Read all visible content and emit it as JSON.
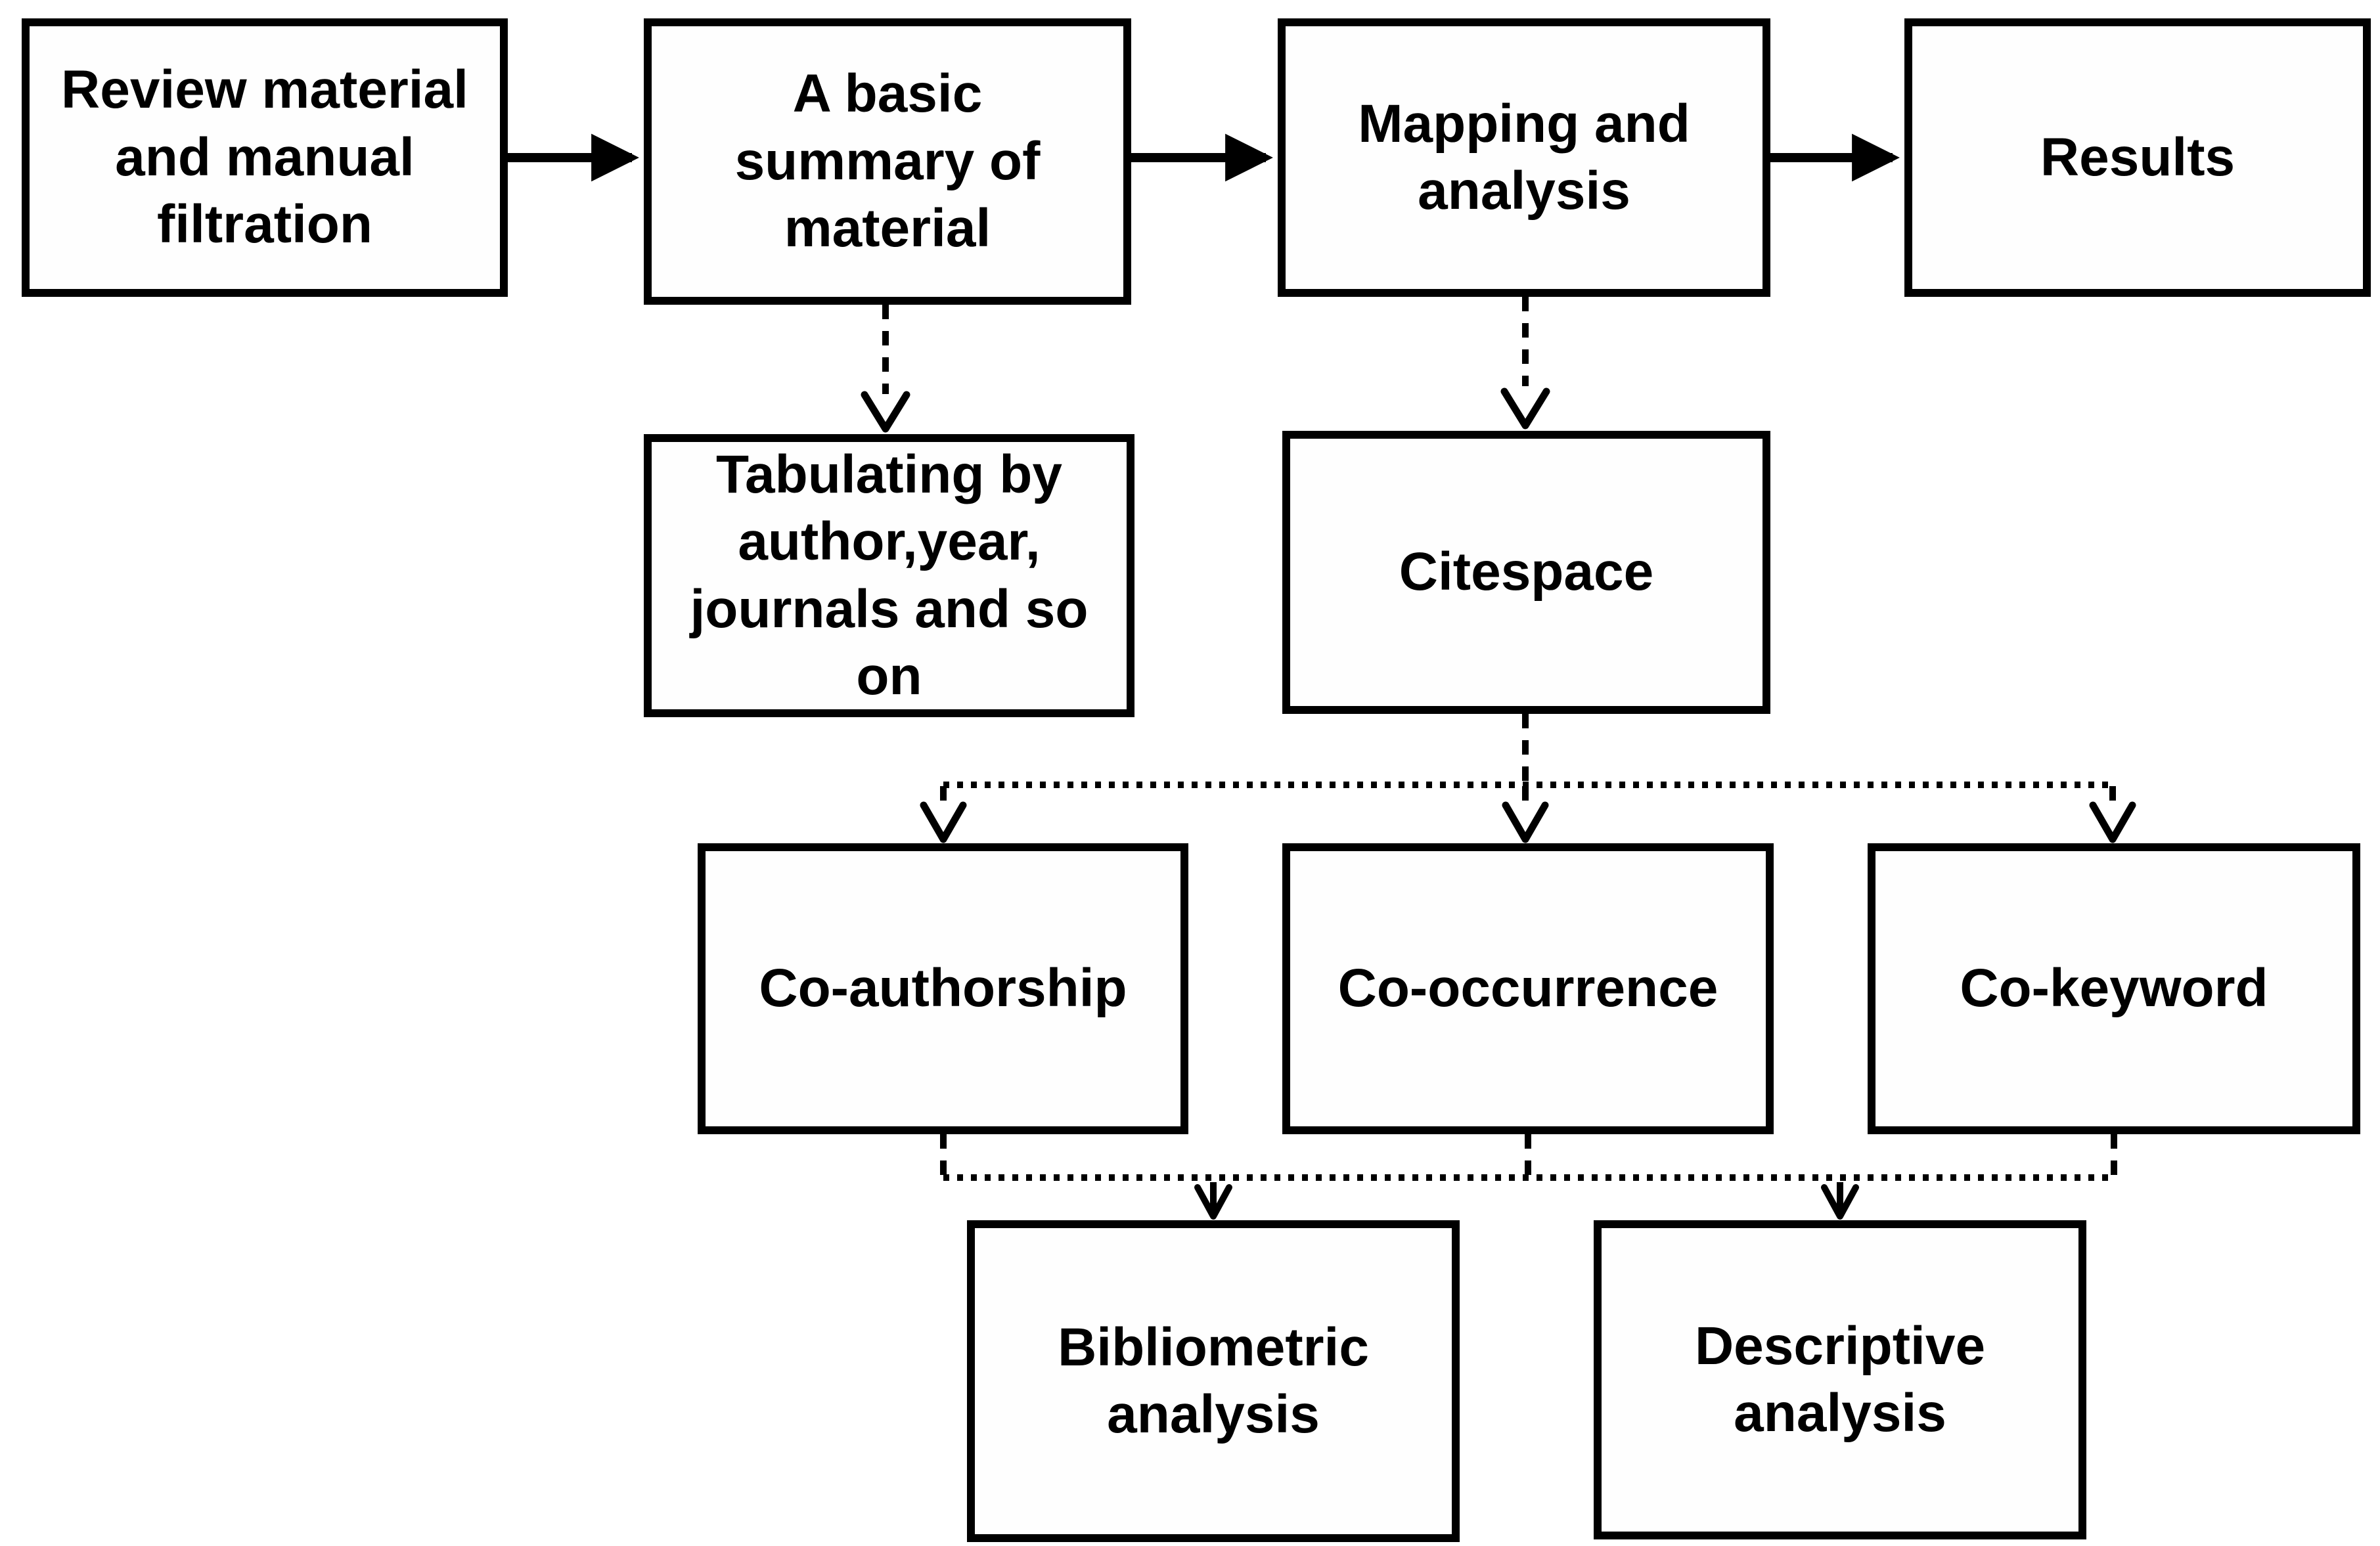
{
  "diagram": {
    "type": "flowchart",
    "colors": {
      "line": "#000000",
      "box_fill": "#ffffff",
      "text": "#000000"
    },
    "nodes": [
      {
        "id": "review",
        "label": "Review material\nand manual\nfiltration"
      },
      {
        "id": "summary",
        "label": "A basic\nsummary of\nmaterial"
      },
      {
        "id": "mapping",
        "label": "Mapping and\nanalysis"
      },
      {
        "id": "results",
        "label": "Results"
      },
      {
        "id": "tabulating",
        "label": "Tabulating by\nauthor,year,\njournals and so\non"
      },
      {
        "id": "citespace",
        "label": "Citespace"
      },
      {
        "id": "coauthorship",
        "label": "Co-authorship"
      },
      {
        "id": "cooccurrence",
        "label": "Co-occurrence"
      },
      {
        "id": "cokeyword",
        "label": "Co-keyword"
      },
      {
        "id": "bibliometric",
        "label": "Bibliometric\nanalysis"
      },
      {
        "id": "descriptive",
        "label": "Descriptive\nanalysis"
      }
    ],
    "edges": [
      {
        "from": "review",
        "to": "summary",
        "style": "solid"
      },
      {
        "from": "summary",
        "to": "mapping",
        "style": "solid"
      },
      {
        "from": "mapping",
        "to": "results",
        "style": "solid"
      },
      {
        "from": "summary",
        "to": "tabulating",
        "style": "dashed"
      },
      {
        "from": "mapping",
        "to": "citespace",
        "style": "dashed"
      },
      {
        "from": "citespace",
        "to": "coauthorship",
        "style": "dashed"
      },
      {
        "from": "citespace",
        "to": "cooccurrence",
        "style": "dashed"
      },
      {
        "from": "citespace",
        "to": "cokeyword",
        "style": "dashed"
      },
      {
        "from": "coauthorship",
        "to": "bibliometric",
        "style": "dashed"
      },
      {
        "from": "cooccurrence",
        "to": "bibliometric",
        "style": "dashed"
      },
      {
        "from": "cokeyword",
        "to": "bibliometric",
        "style": "dashed"
      },
      {
        "from": "coauthorship",
        "to": "descriptive",
        "style": "dashed"
      },
      {
        "from": "cooccurrence",
        "to": "descriptive",
        "style": "dashed"
      },
      {
        "from": "cokeyword",
        "to": "descriptive",
        "style": "dashed"
      }
    ]
  }
}
